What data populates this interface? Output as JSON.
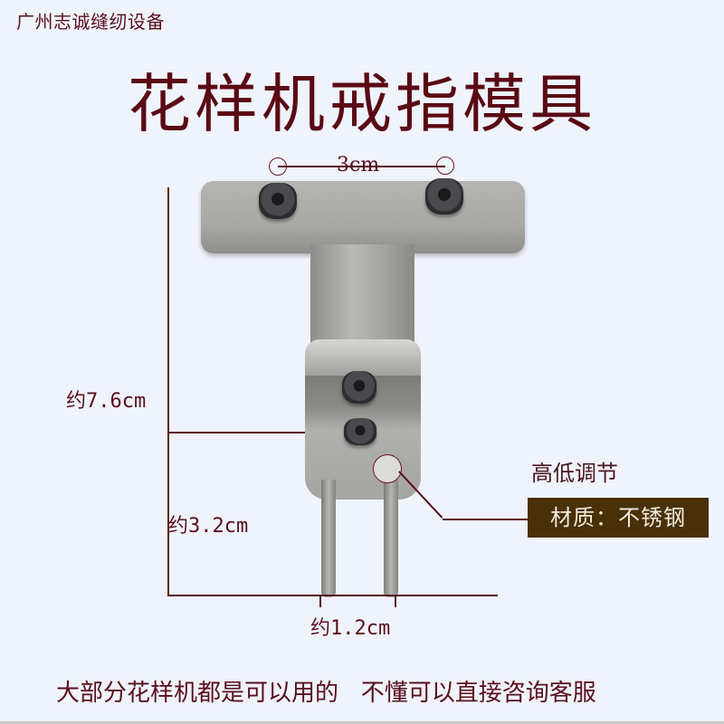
{
  "brand": {
    "name": "广州志诚缝纫设备"
  },
  "title": "花样机戒指模具",
  "dimensions": {
    "width_top": "3cm",
    "total_height": "约7.6cm",
    "lower_height": "约3.2cm",
    "prong_spacing": "约1.2cm"
  },
  "callouts": {
    "adjust_note": "高低调节",
    "material": "材质：不锈钢"
  },
  "footer": {
    "text": "大部分花样机都是可以用的   不懂可以直接咨询客服"
  },
  "colors": {
    "background": "#eff3fc",
    "text_accent": "#5a0f1c",
    "material_badge_bg": "#4a3008",
    "material_badge_text": "#f0ecde"
  }
}
